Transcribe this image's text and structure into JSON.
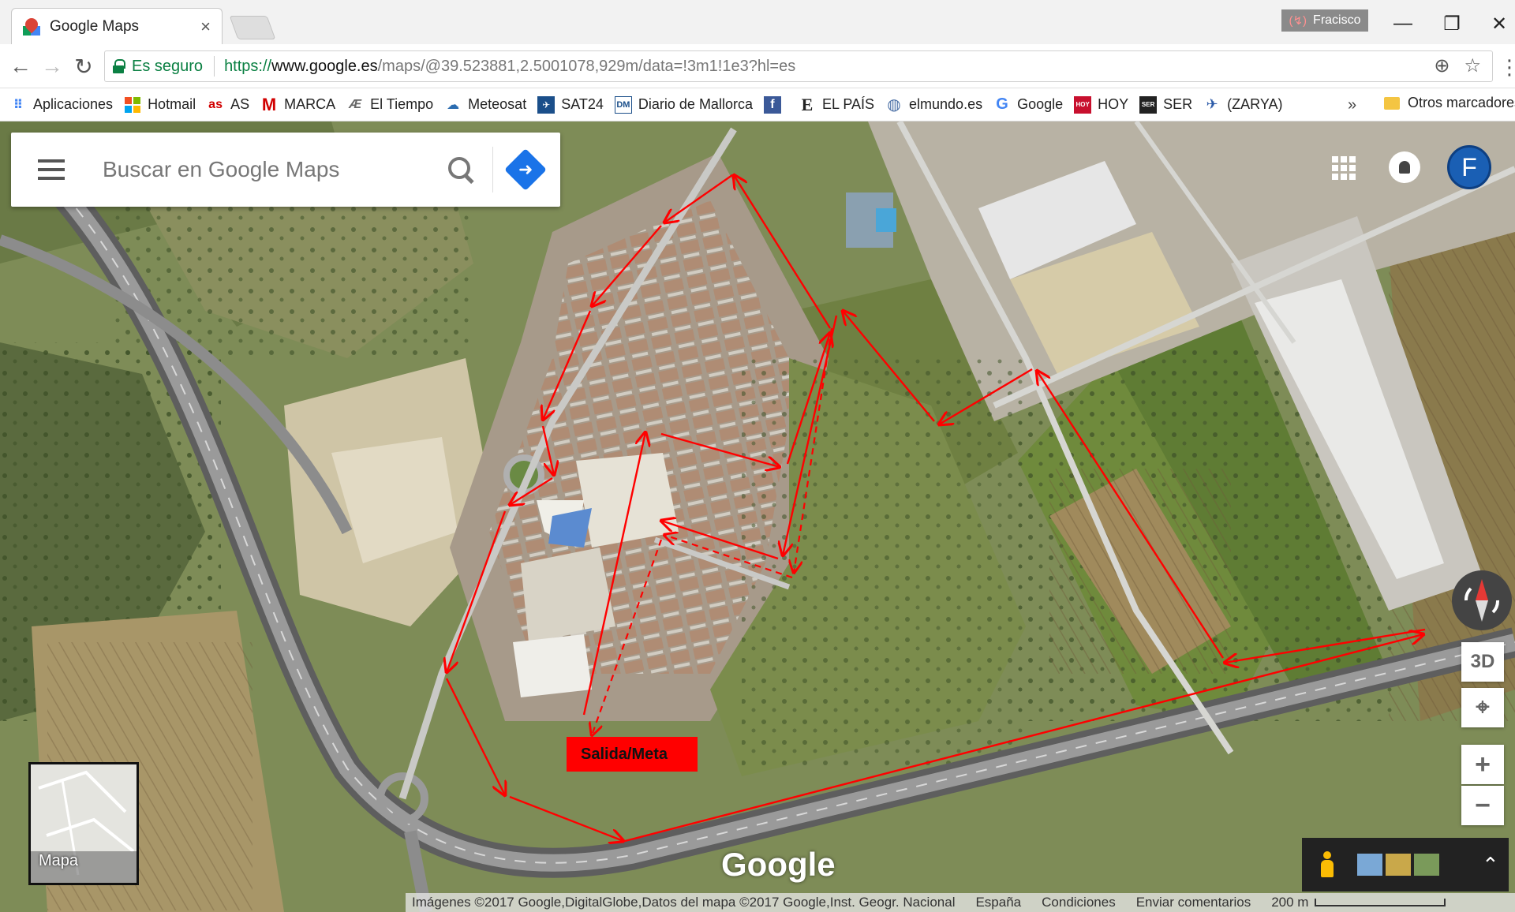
{
  "browser": {
    "tab": {
      "title": "Google Maps",
      "close_glyph": "×"
    },
    "profile": {
      "name": "Fracisco"
    },
    "window": {
      "minimize": "—",
      "restore": "❐",
      "close": "✕"
    },
    "nav": {
      "back": "←",
      "forward": "→",
      "reload": "↻"
    },
    "address": {
      "secure_label": "Es seguro",
      "url_scheme": "https://",
      "url_host": "www.google.es",
      "url_path": "/maps/@39.523881,2.5001078,929m/data=!3m1!1e3?hl=es"
    },
    "bookmarks": [
      {
        "label": "Aplicaciones",
        "icon": "apps-grid-icon",
        "color": "#4285f4"
      },
      {
        "label": "Hotmail",
        "icon": "windows-icon",
        "color": "#f25022"
      },
      {
        "label": "AS",
        "icon": "as-logo-icon",
        "color": "#d10000"
      },
      {
        "label": "MARCA",
        "icon": "marca-logo-icon",
        "color": "#d10000"
      },
      {
        "label": "El Tiempo",
        "icon": "eltiempo-logo-icon",
        "color": "#666666"
      },
      {
        "label": "Meteosat",
        "icon": "cloud-icon",
        "color": "#2b6cb0"
      },
      {
        "label": "SAT24",
        "icon": "satellite-icon",
        "color": "#1b4f8a"
      },
      {
        "label": "Diario de Mallorca",
        "icon": "dm-logo-icon",
        "color": "#1b4f8a"
      },
      {
        "label": "",
        "icon": "facebook-icon",
        "color": "#3b5998"
      },
      {
        "label": "EL PAÍS",
        "icon": "elpais-logo-icon",
        "color": "#111111"
      },
      {
        "label": "elmundo.es",
        "icon": "globe-icon",
        "color": "#4a6fa5"
      },
      {
        "label": "Google",
        "icon": "google-g-icon",
        "color": "#4285f4"
      },
      {
        "label": "HOY",
        "icon": "hoy-logo-icon",
        "color": "#c8102e"
      },
      {
        "label": "SER",
        "icon": "ser-logo-icon",
        "color": "#222222"
      },
      {
        "label": "(ZARYA)",
        "icon": "zarya-logo-icon",
        "color": "#2b5aa8"
      }
    ],
    "bookmarks_more": "»",
    "other_bookmarks": "Otros marcadores"
  },
  "maps": {
    "search_placeholder": "Buscar en Google Maps",
    "avatar_letter": "F",
    "minimap_label": "Mapa",
    "btn_3d": "3D",
    "zoom_in": "+",
    "zoom_out": "−",
    "expand_glyph": "⌃",
    "logo": "Google",
    "route_label": "Salida/Meta",
    "route_color": "#ff0000",
    "footer": {
      "attribution": "Imágenes ©2017 Google,DigitalGlobe,Datos del mapa ©2017 Google,Inst. Geogr. Nacional",
      "country": "España",
      "terms": "Condiciones",
      "feedback": "Enviar comentarios",
      "scale": "200 m"
    }
  }
}
